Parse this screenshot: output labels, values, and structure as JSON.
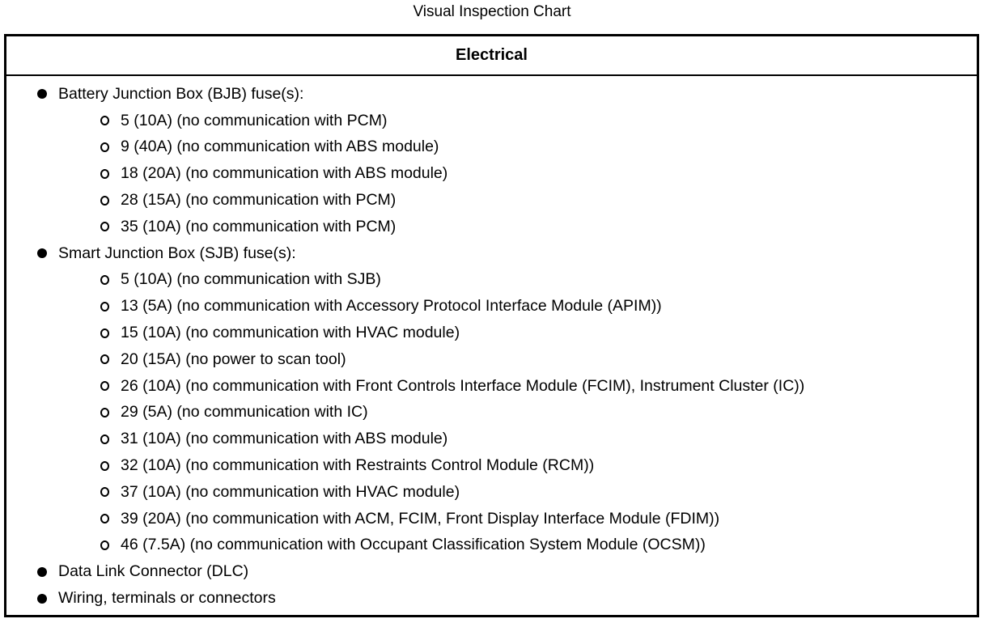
{
  "title": "Visual Inspection Chart",
  "colors": {
    "text": "#000000",
    "background": "#ffffff",
    "border": "#000000"
  },
  "icons": {
    "level1_bullet": "filled-circle",
    "level2_bullet": "open-circle"
  },
  "table": {
    "header": "Electrical",
    "items": [
      {
        "label": "Battery Junction Box (BJB) fuse(s):",
        "children": [
          "5 (10A) (no communication with PCM)",
          "9 (40A) (no communication with ABS module)",
          "18 (20A) (no communication with ABS module)",
          "28 (15A) (no communication with PCM)",
          "35 (10A) (no communication with PCM)"
        ]
      },
      {
        "label": "Smart Junction Box (SJB) fuse(s):",
        "children": [
          "5 (10A) (no communication with SJB)",
          "13 (5A) (no communication with Accessory Protocol Interface Module (APIM))",
          "15 (10A) (no communication with HVAC module)",
          "20 (15A) (no power to scan tool)",
          "26 (10A) (no communication with Front Controls Interface Module (FCIM), Instrument Cluster (IC))",
          "29 (5A) (no communication with IC)",
          "31 (10A) (no communication with ABS module)",
          "32 (10A) (no communication with Restraints Control Module (RCM))",
          "37 (10A) (no communication with HVAC module)",
          "39 (20A) (no communication with ACM, FCIM, Front Display Interface Module (FDIM))",
          "46 (7.5A) (no communication with Occupant Classification System Module (OCSM))"
        ]
      },
      {
        "label": "Data Link Connector (DLC)",
        "children": []
      },
      {
        "label": "Wiring, terminals or connectors",
        "children": []
      }
    ]
  }
}
